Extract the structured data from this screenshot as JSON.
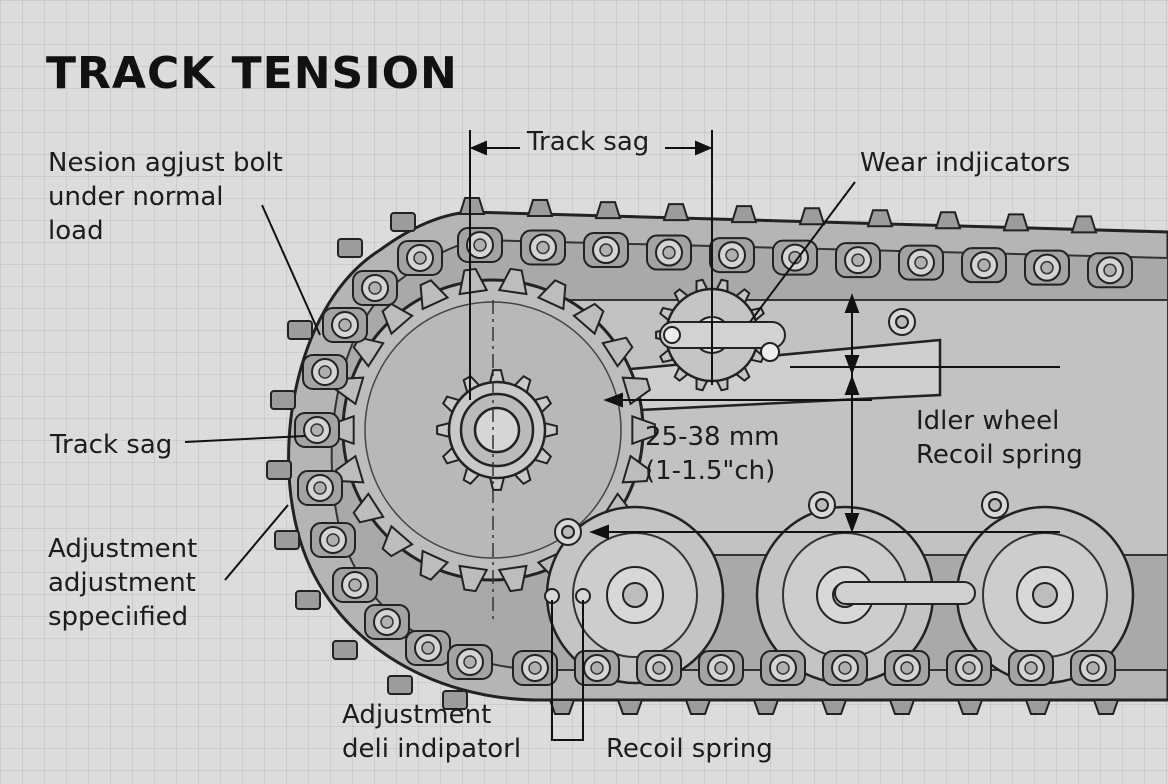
{
  "title": "TRACK TENSION",
  "labels": {
    "tension_bolt": [
      "Nesion agjust bolt",
      "under normal",
      "load"
    ],
    "track_sag_left": "Track sag",
    "track_sag_top": "Track sag",
    "wear_indicators": "Wear indjicators",
    "adjustment_left": [
      "Adjustment",
      "adjustment",
      "sppeciıfied"
    ],
    "measurement": [
      "25-38 mm",
      "(1-1.5\"ch)"
    ],
    "idler_recoil": [
      "Idler wheel",
      "Recoil spring"
    ],
    "adjustment_bottom": [
      "Adjustment",
      "deli indipatorl"
    ],
    "recoil_bottom": "Recoil spring"
  },
  "colors": {
    "background": "#dcdcdc",
    "line": "#222222",
    "metal_light": "#c8c8c8",
    "metal_dark": "#8a8a8a"
  }
}
